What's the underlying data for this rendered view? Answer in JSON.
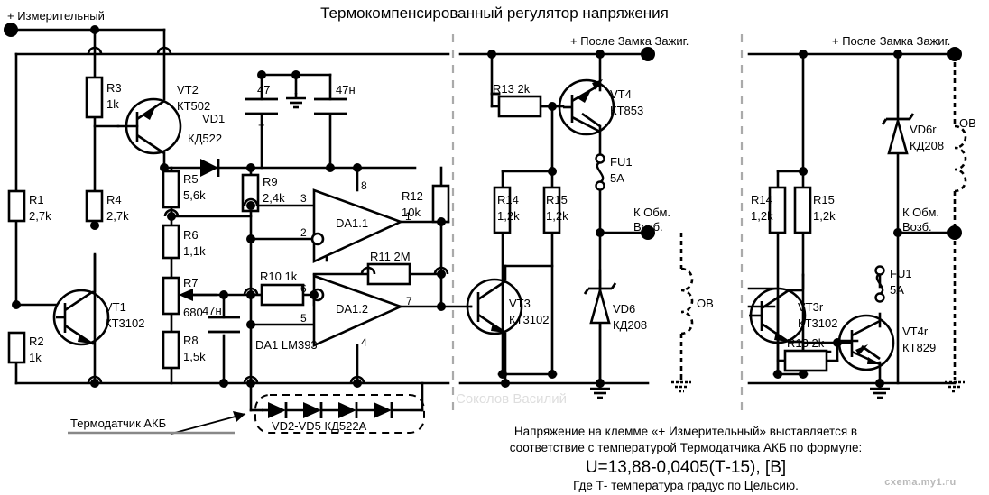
{
  "document": {
    "title": "Термокомпенсированный регулятор напряжения",
    "type": "schematic-diagram"
  },
  "terminals": {
    "measuring": "+ Измерительный",
    "ignition_center": "+ После Замка Зажиг.",
    "ignition_right": "+ После Замка Зажиг.",
    "excitation_winding_center_line1": "К Обм.",
    "excitation_winding_center_line2": "Возб.",
    "excitation_winding_right_line1": "К Обм.",
    "excitation_winding_right_line2": "Возб.",
    "coil_center": "ОВ",
    "coil_right": "ОВ"
  },
  "components": {
    "resistors": [
      {
        "ref": "R1",
        "value": "2,7k"
      },
      {
        "ref": "R2",
        "value": "1k"
      },
      {
        "ref": "R3",
        "value": "1k"
      },
      {
        "ref": "R4",
        "value": "2,7k"
      },
      {
        "ref": "R5",
        "value": "5,6k"
      },
      {
        "ref": "R6",
        "value": "1,1k"
      },
      {
        "ref": "R7",
        "value": "680"
      },
      {
        "ref": "R8",
        "value": "1,5k"
      },
      {
        "ref": "R9",
        "value": "2,4k"
      },
      {
        "ref": "R10",
        "value": "1k"
      },
      {
        "ref": "R11",
        "value": "2M"
      },
      {
        "ref": "R12",
        "value": "10k"
      },
      {
        "ref": "R13",
        "value": "2k"
      },
      {
        "ref": "R14",
        "value": "1,2k"
      },
      {
        "ref": "R15",
        "value": "1,2k"
      }
    ],
    "r10_label": "R10 1k",
    "r11_label": "R11 2M",
    "r13_label": "R13 2k",
    "transistors": [
      {
        "ref": "VT1",
        "type": "КТ3102"
      },
      {
        "ref": "VT2",
        "type": "КТ502"
      },
      {
        "ref": "VT3",
        "type": "КТ3102"
      },
      {
        "ref": "VT4",
        "type": "КТ853"
      },
      {
        "ref": "VT3r",
        "type": "КТ3102"
      },
      {
        "ref": "VT4r",
        "type": "КТ829"
      }
    ],
    "diodes": [
      {
        "ref": "VD1",
        "type": "КД522"
      },
      {
        "ref": "VD6",
        "type": "КД208"
      },
      {
        "ref": "VD6r",
        "type": "КД208"
      }
    ],
    "diode_chain": "VD2-VD5 КД522А",
    "ic": {
      "ref": "DA1",
      "type": "LM393",
      "label": "DA1 LM393",
      "unit_a": "DA1.1",
      "unit_b": "DA1.2",
      "pins_a": [
        "3",
        "2",
        "8",
        "1"
      ],
      "pins_b": [
        "6",
        "5",
        "7",
        "4"
      ]
    },
    "capacitors": [
      {
        "value": "47",
        "polarity": "+"
      },
      {
        "value": "47н"
      },
      {
        "value": "47н"
      }
    ],
    "fuses": [
      {
        "ref": "FU1",
        "value": "5A"
      },
      {
        "ref": "FU1r",
        "value": "5A"
      }
    ]
  },
  "annotations": {
    "thermosensor": "Термодатчик АКБ",
    "note_line1": "Напряжение на клемме «+ Измерительный» выставляется в",
    "note_line2": "соответствие с температурой Термодатчика АКБ по формуле:",
    "formula": "U=13,88-0,0405(Т-15), [В]",
    "note_line3": "Где Т- температура градус по Цельсию."
  },
  "watermarks": {
    "author": "Соколов Василий",
    "site": "cxema.my1.ru"
  },
  "colors": {
    "line": "#000000",
    "background": "#ffffff",
    "dashed_divider": "#aaaaaa",
    "watermark": "#dedede"
  }
}
